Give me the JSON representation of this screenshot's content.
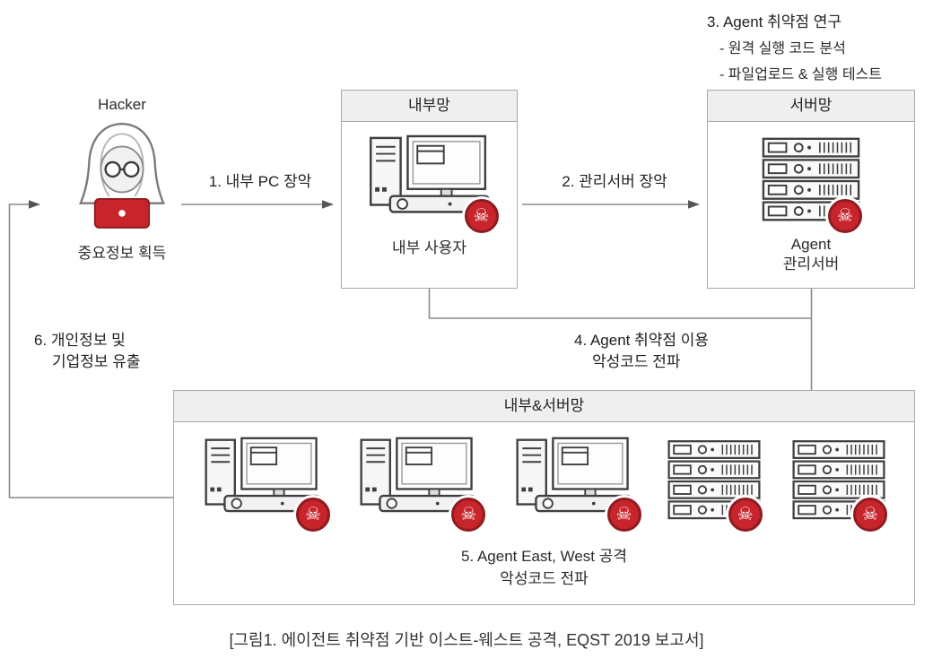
{
  "note": {
    "title": "3. Agent 취약점 연구",
    "items": [
      "- 원격 실행 코드 분석",
      "- 파일업로드 & 실행 테스트"
    ]
  },
  "hacker": {
    "title": "Hacker",
    "caption": "중요정보 획득"
  },
  "steps": {
    "step1": "1. 내부 PC 장악",
    "step2": "2. 관리서버 장악",
    "step4": [
      "4. Agent 취약점 이용",
      "악성코드 전파"
    ],
    "step6": [
      "6. 개인정보 및",
      "기업정보 유출"
    ]
  },
  "boxes": {
    "internal": {
      "header": "내부망",
      "caption": "내부 사용자",
      "machines": [
        "pc"
      ]
    },
    "server": {
      "header": "서버망",
      "caption": [
        "Agent",
        "관리서버"
      ],
      "machines": [
        "server"
      ]
    },
    "combined": {
      "header": "내부&서버망",
      "caption": [
        "5. Agent East, West 공격",
        "악성코드 전파"
      ],
      "machines": [
        "pc",
        "pc",
        "pc",
        "server",
        "server"
      ]
    }
  },
  "figure_caption": "[그림1. 에이전트 취약점 기반 이스트-웨스트 공격, EQST 2019 보고서]",
  "icons": {
    "skull": "☠"
  },
  "colors": {
    "accent_red": "#C7242B",
    "badge_ring": "#8F1B20",
    "box_border": "#A8A8A8",
    "header_bg": "#EFEFEF",
    "line": "#8A8A8A",
    "text": "#2B2B2B"
  }
}
